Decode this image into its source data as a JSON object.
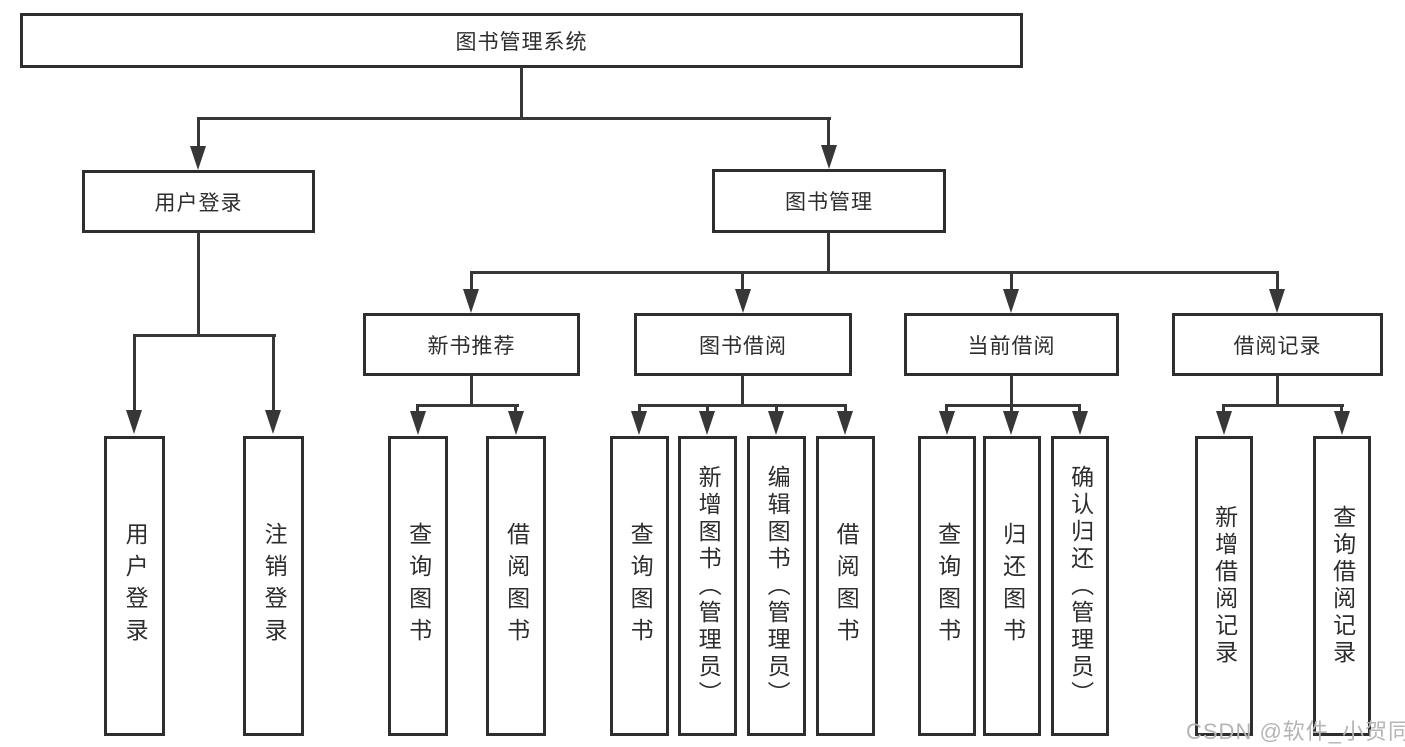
{
  "colors": {
    "line": "#373737",
    "border": "#2e2e2e",
    "text": "#2d2d2d",
    "watermark": "#b5b5b5"
  },
  "nodes": {
    "root": "图书管理系统",
    "user_login": "用户登录",
    "book_mgmt": "图书管理",
    "new_book": "新书推荐",
    "borrow": "图书借阅",
    "current": "当前借阅",
    "records": "借阅记录",
    "leaf_login": "用户登录",
    "leaf_logout": "注销登录",
    "leaf_nb_query": "查询图书",
    "leaf_nb_borrow": "借阅图书",
    "leaf_bw_query": "查询图书",
    "leaf_bw_add": "新增图书（管理员）",
    "leaf_bw_edit": "编辑图书（管理员）",
    "leaf_bw_borrow": "借阅图书",
    "leaf_cu_query": "查询图书",
    "leaf_cu_return": "归还图书",
    "leaf_cu_confirm": "确认归还（管理员）",
    "leaf_re_add": "新增借阅记录",
    "leaf_re_query": "查询借阅记录"
  },
  "watermark": {
    "text": "CSDN @软件_小贺同学"
  }
}
